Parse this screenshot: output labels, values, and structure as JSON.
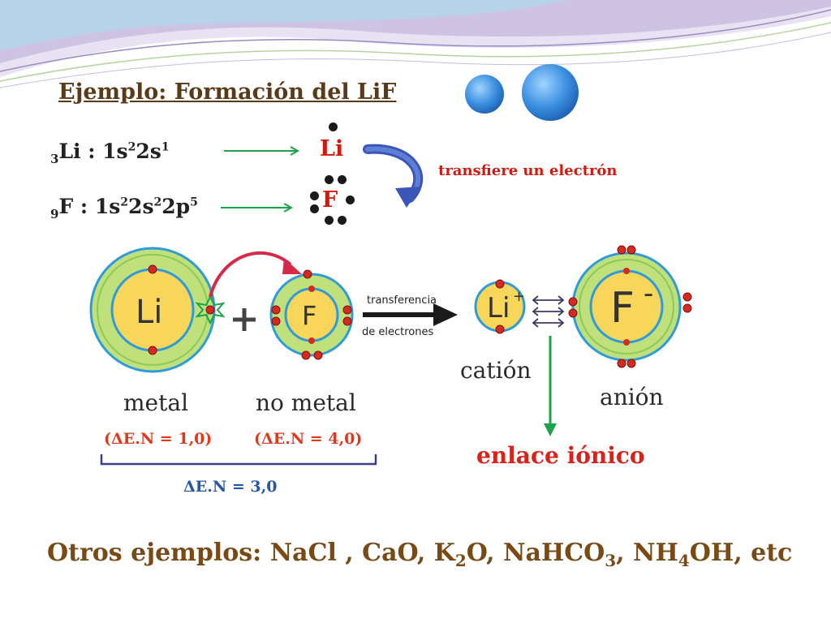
{
  "title": "Ejemplo: Formación del  LiF",
  "li_config": {
    "sub": "3",
    "main": "Li : 1s",
    "sup1": "2",
    "mid": "2s",
    "sup2": "1"
  },
  "f_config": {
    "sub": "9",
    "main": "F : 1s",
    "sup1": "2",
    "mid": "2s",
    "sup2": "2",
    "mid2": "2p",
    "sup3": "5"
  },
  "lewis": {
    "li": "Li",
    "f": "F"
  },
  "transfer_text": "transfiere un electrón",
  "atoms": {
    "li": "Li",
    "f": "F",
    "li_ion": "Li",
    "li_charge": "+",
    "f_ion": "F",
    "f_charge": "-",
    "arrow_top": "transferencia",
    "arrow_bottom": "de electrones"
  },
  "labels": {
    "cation": "catión",
    "anion": "anión",
    "metal": "metal",
    "no_metal": "no metal",
    "en_metal": "(ΔE.N = 1,0)",
    "en_nonmetal": "(ΔE.N = 4,0)",
    "en_diff": "ΔE.N = 3,0",
    "enlace": "enlace iónico"
  },
  "otros": {
    "label": "Otros ejemplos:",
    "p1": "NaCl , CaO, K",
    "s1": "2",
    "p2": "O, NaHCO",
    "s2": "3",
    "p3": ", NH",
    "s3": "4",
    "p4": "OH, etc"
  },
  "colors": {
    "shell_fill": "#f7d65a",
    "li_outer": "#bfe07a",
    "shell_ring": "#2f9bd8",
    "electron": "#d62a1f",
    "arrow_green": "#1fa34a",
    "arrow_blue": "#3a56b8",
    "title_brown": "#5a3a18"
  }
}
